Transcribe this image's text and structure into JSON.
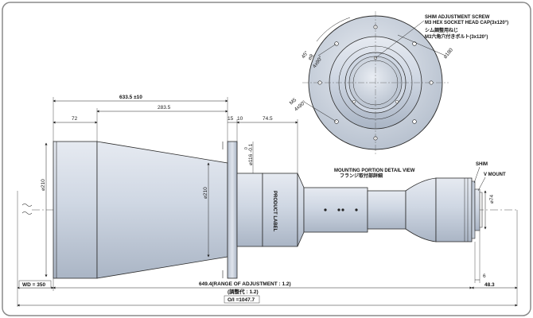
{
  "dimensions": {
    "overall_tol": "633.5 ±10",
    "cone_len": "283.5",
    "front_len": "72",
    "flange_a": "15",
    "flange_b": "10",
    "rear_len": "74.5",
    "dia_front": "210",
    "dia_flange": "210",
    "dia_mid": "116 -0.1",
    "dia_mid_tol": "0",
    "dia_vmount": "74",
    "shim_gap": "6",
    "back_offset": "48.3",
    "wd": "WD = 350",
    "adjust_range": "649.4(RANGE OF ADJUSTMENT : 1.2)",
    "adjust_range_jp": "(調整代 : 1.2)",
    "oi": "O/I =1047.7",
    "circle_dia": "180",
    "hole_d8": "8",
    "hole_count_1": "4x90°",
    "angle_45": "45°",
    "m5": "M5",
    "hole_count_2": "4x90°"
  },
  "labels": {
    "shim_screw_en": "SHIM ADJUSTMENT SCREW",
    "shim_screw_en2": "M3 HEX SOCKET HEAD CAP(3x120°)",
    "shim_screw_jp": "シム調整用ねじ",
    "shim_screw_jp2": "M3六角穴付きボルト(3x120°)",
    "mount_detail_en": "MOUNTING PORTION DETAIL VIEW",
    "mount_detail_jp": "フランジ取付部詳細",
    "shim": "SHIM",
    "v_mount": "V MOUNT",
    "product_label": "PRODUCT LABEL"
  },
  "colors": {
    "border": "#8a8a8a",
    "body_light": "#d7dde7",
    "body_mid": "#c5cedb",
    "body_dark": "#aeb8c7",
    "outline": "#2b2b2b",
    "center_line": "#555555"
  }
}
